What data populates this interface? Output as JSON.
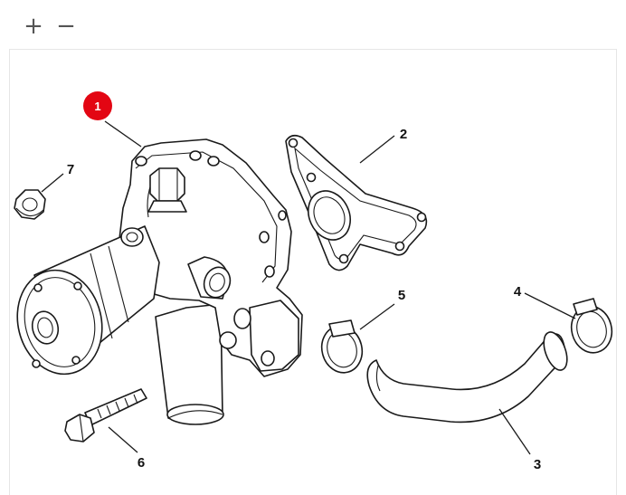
{
  "toolbar": {
    "zoom_in_label": "+",
    "zoom_out_label": "−"
  },
  "callouts": {
    "c1": "1",
    "c2": "2",
    "c3": "3",
    "c4": "4",
    "c5": "5",
    "c6": "6",
    "c7": "7"
  },
  "colors": {
    "highlight": "#e30613",
    "line": "#1a1a1a"
  }
}
